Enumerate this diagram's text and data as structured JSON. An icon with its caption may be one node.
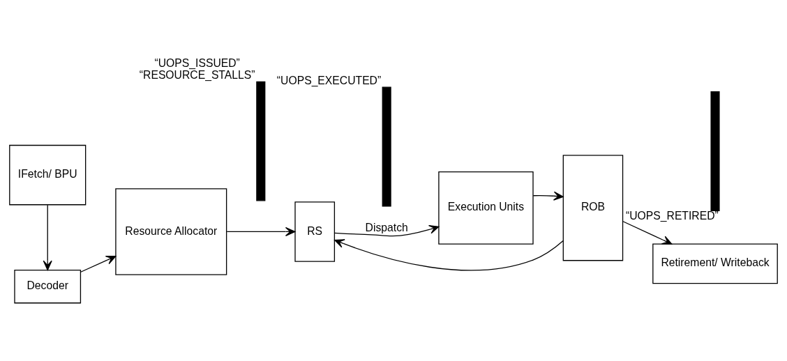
{
  "diagram": {
    "nodes": [
      {
        "text": [
          "IFetch/ BPU"
        ]
      },
      {
        "text": [
          "Decoder"
        ]
      },
      {
        "text": [
          "Resource Allocator"
        ]
      },
      {
        "text": [],
        "shape": "bar",
        "beside": [
          "“UOPS_ISSUED”",
          "“RESOURCE_STALLS”"
        ]
      },
      {
        "text": [
          "RS"
        ]
      },
      {
        "text": [],
        "shape": "bar",
        "beside": [
          "“UOPS_EXECUTED”"
        ]
      },
      {
        "text": [
          "Execution Units"
        ]
      },
      {
        "text": [
          "ROB"
        ]
      },
      {
        "text": [],
        "shape": "bar",
        "beside": [
          "“UOPS_RETIRED”"
        ]
      },
      {
        "text": [
          "Retirement/ Writeback"
        ]
      }
    ],
    "edges": [
      {
        "from": 0,
        "to": 1,
        "arrow": "to"
      },
      {
        "from": 1,
        "to": 2,
        "arrow": "to"
      },
      {
        "from": 2,
        "to": 4,
        "arrow": "to"
      },
      {
        "from": 4,
        "to": 6,
        "label": "Dispatch",
        "arrow": "to"
      },
      {
        "from": 6,
        "to": 7,
        "arrow": "to"
      },
      {
        "from": 7,
        "to": 4,
        "arrow": "to"
      },
      {
        "from": 7,
        "to": 9,
        "arrow": "to"
      }
    ]
  }
}
